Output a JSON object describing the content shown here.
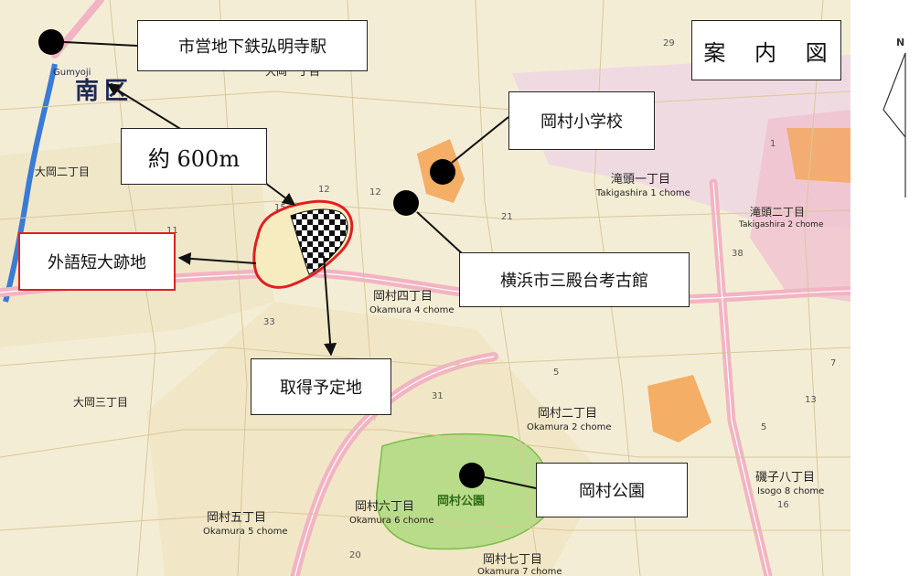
{
  "map": {
    "title": "案 内 図",
    "north_label": "N",
    "callouts": {
      "station": "市営地下鉄弘明寺駅",
      "distance": "約 600m",
      "school": "岡村小学校",
      "museum": "横浜市三殿台考古館",
      "former_site": "外語短大跡地",
      "planned_site": "取得予定地",
      "park": "岡村公園"
    },
    "labels": {
      "minami_ku": "南区",
      "gumyoji": "Gumyoji",
      "ooka2": "大岡二丁目",
      "ooka3": "大岡三丁目",
      "takigashira1": "滝頭一丁目",
      "takigashira1_roman": "Takigashira 1 chome",
      "takigashira2": "滝頭二丁目",
      "takigashira2_roman": "Takigashira 2 chome",
      "okamura4": "岡村四丁目",
      "okamura4_roman": "Okamura 4 chome",
      "okamura2": "岡村二丁目",
      "okamura2_roman": "Okamura 2 chome",
      "okamura5": "岡村五丁目",
      "okamura5_roman": "Okamura 5 chome",
      "okamura6": "岡村六丁目",
      "okamura6_roman": "Okamura 6 chome",
      "okamura7": "岡村七丁目",
      "okamura7_roman": "Okamura 7 chome",
      "isogo8": "磯子八丁目",
      "isogo8_roman": "Isogo 8 chome",
      "okamura_park": "岡村公園",
      "ooka1": "大岡一丁目"
    },
    "colors": {
      "map_bg": "#f4edd5",
      "residential": "#f0e4c0",
      "commercial": "#f3c9d8",
      "park": "#b9dc8a",
      "school": "#f4a65a",
      "river": "#3a7bd5",
      "road_major": "#f2b4c3",
      "highlight": "#e02020"
    }
  }
}
